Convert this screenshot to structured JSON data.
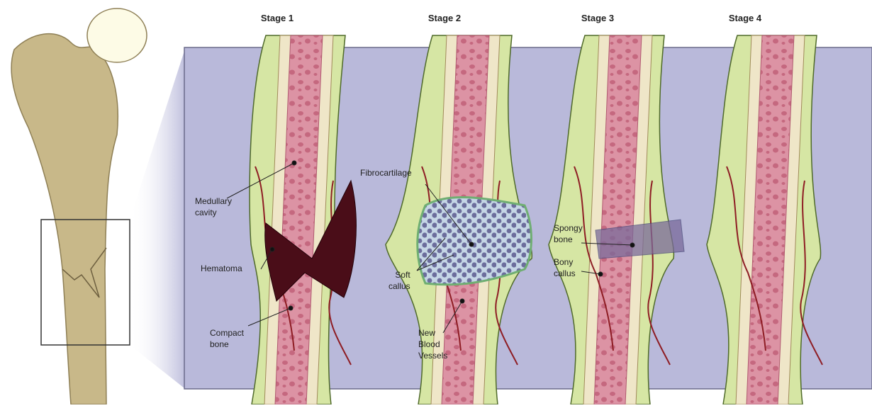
{
  "colors": {
    "panel": "#b9b9da",
    "bone_shaft": "#c8b889",
    "bone_head": "#fdfbe6",
    "periosteum": "#d6e6a4",
    "compact_bone": "#efe6c8",
    "medullary": "#d98b9d",
    "marrow_spots": "#c5687f",
    "vessel": "#8e1d24",
    "hematoma": "#4a0d18",
    "callus_cells": "#6c6d9c",
    "fibrocartilage_outline": "#6fae72"
  },
  "stages": [
    {
      "id": "stage-1",
      "title": "Stage 1"
    },
    {
      "id": "stage-2",
      "title": "Stage 2"
    },
    {
      "id": "stage-3",
      "title": "Stage 3"
    },
    {
      "id": "stage-4",
      "title": "Stage 4"
    }
  ],
  "labels": {
    "medullary_cavity": "Medullary\ncavity",
    "hematoma": "Hematoma",
    "compact_bone": "Compact\nbone",
    "fibrocartilage": "Fibrocartilage",
    "soft_callus": "Soft\ncallus",
    "new_blood_vessels": "New\nBlood\nVessels",
    "spongy_bone": "Spongy\nbone",
    "bony_callus": "Bony\ncallus"
  }
}
